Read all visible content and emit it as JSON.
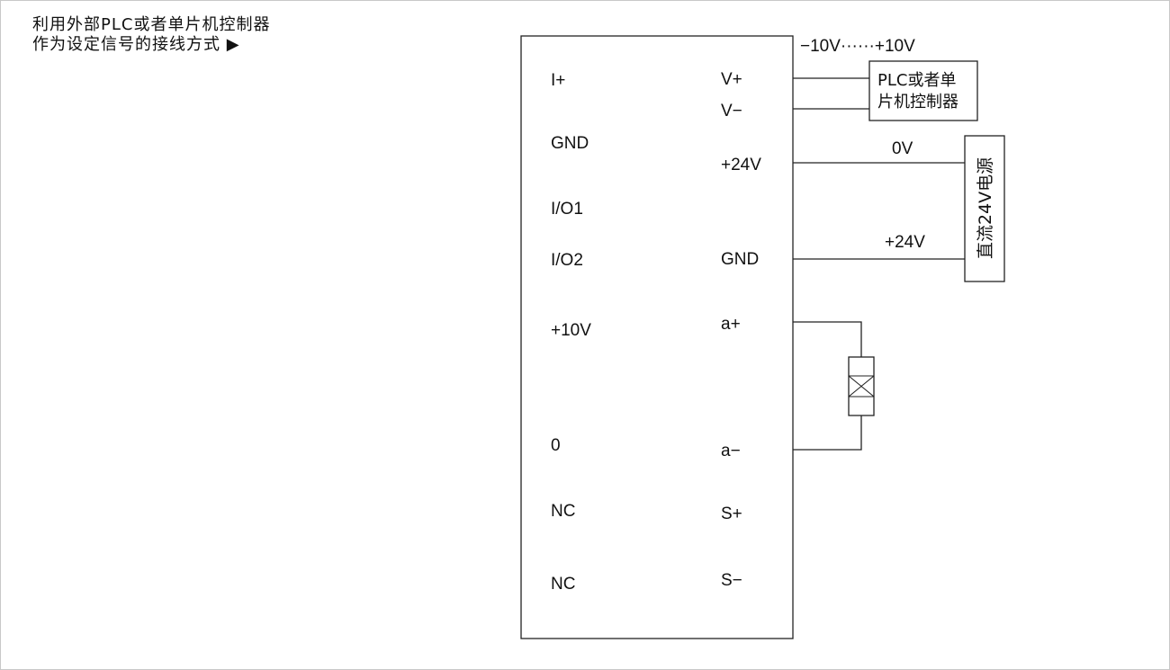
{
  "caption": {
    "line1": "利用外部PLC或者单片机控制器",
    "line2": "作为设定信号的接线方式 ▶"
  },
  "terminals": {
    "left": [
      "I+",
      "GND",
      "I/O1",
      "I/O2",
      "+10V",
      "0",
      "NC",
      "NC"
    ],
    "right": [
      "V+",
      "V−",
      "+24V",
      "GND",
      "a+",
      "a−",
      "S+",
      "S−"
    ]
  },
  "signal_range": "−10V······+10V",
  "plc_box": {
    "line1": "PLC或者单",
    "line2": "片机控制器"
  },
  "power_box": {
    "label": "直流24V电源"
  },
  "wire_labels": {
    "zero_v": "0V",
    "plus_24v": "+24V"
  },
  "colors": {
    "line": "#222222",
    "text": "#111111",
    "border": "#c8c8c8"
  }
}
